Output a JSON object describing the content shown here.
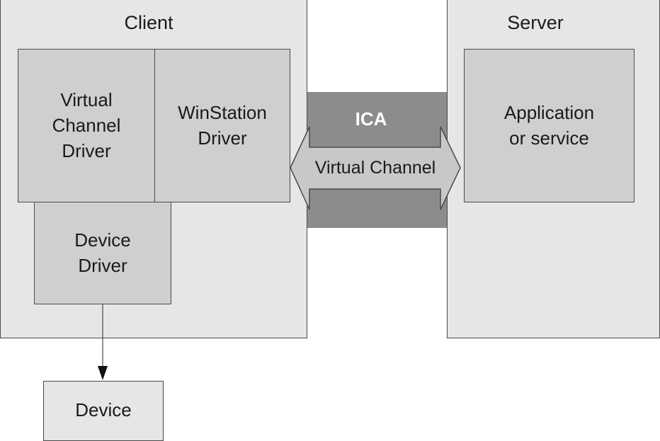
{
  "diagram": {
    "client": {
      "title": "Client"
    },
    "server": {
      "title": "Server"
    },
    "virtual_channel_driver": {
      "label": "Virtual\nChannel\nDriver"
    },
    "winstation_driver": {
      "label": "WinStation\nDriver"
    },
    "device_driver": {
      "label": "Device\nDriver"
    },
    "application": {
      "label": "Application\nor service"
    },
    "ica": {
      "label": "ICA"
    },
    "virtual_channel": {
      "label": "Virtual Channel"
    },
    "device": {
      "label": "Device"
    }
  },
  "colors": {
    "outer_fill": "#e6e6e6",
    "inner_fill": "#cfcfcf",
    "ica_fill": "#8c8c8c",
    "arrow_fill": "#c8c8c8",
    "border": "#4a4a4a"
  }
}
